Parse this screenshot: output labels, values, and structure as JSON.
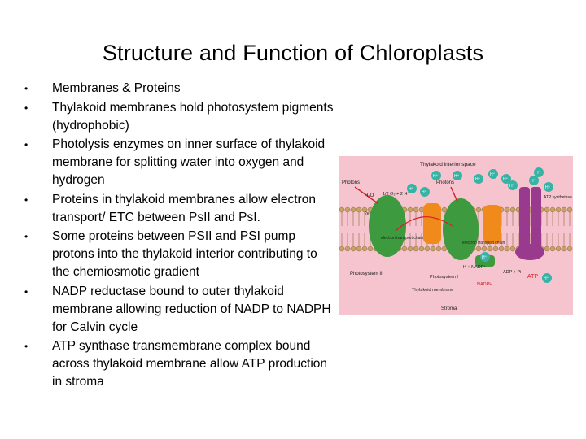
{
  "title": "Structure and Function of Chloroplasts",
  "bullets": [
    "Membranes & Proteins",
    "Thylakoid membranes hold photosystem pigments (hydrophobic)",
    "Photolysis enzymes on inner surface of thylakoid membrane for splitting water into oxygen and hydrogen",
    "Proteins in thylakoid membranes allow electron transport/ ETC between PsII and PsI.",
    "Some proteins between PSII and PSI pump protons into the thylakoid interior contributing to the chemiosmotic gradient",
    "NADP reductase bound to outer thylakoid membrane allowing reduction of NADP to NADPH for Calvin cycle",
    "ATP synthase transmembrane complex bound across thylakoid membrane allow ATP production in stroma"
  ],
  "bullet_symbol": "•",
  "diagram": {
    "thylakoid_interior_space": "Thylakoid interior space",
    "photons_left": "Photons",
    "photons_mid": "Photons",
    "h2o": "H₂O",
    "oxygen_eq": "1/2 O₂ + 2 H⁺",
    "h_plus": "H⁺",
    "e_minus": "2e⁻",
    "atp_synthetase": "ATP synthetase",
    "etc_label_1": "electron transport chain",
    "etc_label_2": "electron transport chain",
    "photosystem_2": "Photosystem II",
    "photosystem_1": "Photosystem I",
    "nadp_eq": "H⁺ + NADP⁺",
    "nadph": "NADPH",
    "adp_eq": "ADP + Pi",
    "atp": "ATP",
    "thylakoid_membrane": "Thylakoid membrane",
    "stroma": "Stroma",
    "colors": {
      "background_pink": "#f6c4cf",
      "photosystem_green": "#3d9a3f",
      "etc_orange": "#f08a1a",
      "atp_synthase_purple": "#9a3a8e",
      "proton_teal": "#37b3a6",
      "label_red": "#d61f26"
    }
  }
}
